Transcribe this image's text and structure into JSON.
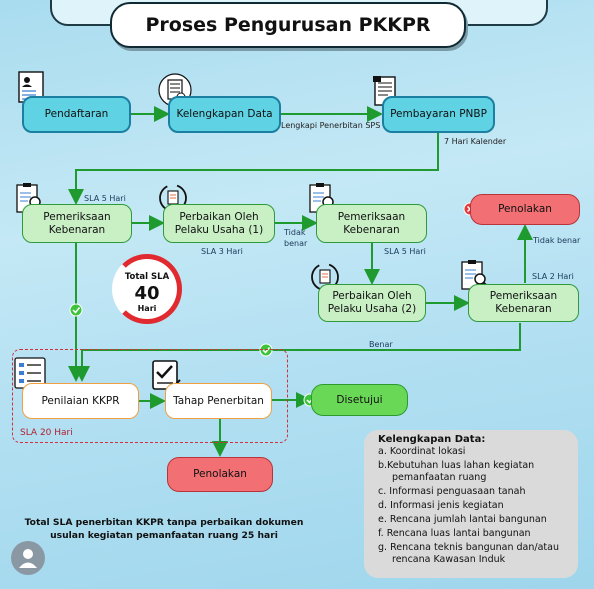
{
  "title": "Proses Pengurusan PKKPR",
  "boxes": {
    "pendaftaran": "Pendaftaran",
    "kelengkapan": "Kelengkapan Data",
    "pembayaran": "Pembayaran PNBP",
    "pemeriksaan1": "Pemeriksaan Kebenaran",
    "perbaikan1": "Perbaikan Oleh Pelaku Usaha (1)",
    "pemeriksaan2": "Pemeriksaan Kebenaran",
    "penolakan_top": "Penolakan",
    "perbaikan2": "Perbaikan Oleh Pelaku Usaha (2)",
    "pemeriksaan3": "Pemeriksaan Kebenaran",
    "penilaian": "Penilaian KKPR",
    "tahap": "Tahap Penerbitan",
    "disetujui": "Disetujui",
    "penolakan_bottom": "Penolakan"
  },
  "labels": {
    "lengkapi": "Lengkapi Penerbitan SPS",
    "hari7": "7 Hari Kalender",
    "sla5a": "SLA 5 Hari",
    "sla3": "SLA 3 Hari",
    "tidak1": "Tidak benar",
    "sla5b": "SLA 5 Hari",
    "tidak2": "Tidak benar",
    "sla2": "SLA 2 Hari",
    "benar": "Benar",
    "sla20": "SLA 20 Hari"
  },
  "total_sla": {
    "top": "Total SLA",
    "value": "40",
    "unit": "Hari"
  },
  "kelengkapan_data": {
    "heading": "Kelengkapan Data:",
    "items": [
      "a. Koordinat lokasi",
      "b.Kebutuhan luas lahan kegiatan pemanfaatan ruang",
      "c. Informasi penguasaan tanah",
      "d. Informasi jenis kegiatan",
      "e. Rencana jumlah lantai bangunan",
      "f. Rencana luas lantai bangunan",
      "g. Rencana teknis bangunan dan/atau rencana Kawasan Induk"
    ]
  },
  "note": "Total SLA penerbitan KKPR tanpa perbaikan dokumen usulan kegiatan pemanfaatan ruang 25 hari",
  "icons": [
    "form-icon",
    "document-list-icon",
    "receipt-icon",
    "clipboard-search-icon",
    "refresh-document-icon",
    "checklist-icon",
    "check-badge-icon",
    "check-circle-icon",
    "avatar-icon"
  ],
  "colors": {
    "cyan": "#5fd3e4",
    "green": "#c9f0c5",
    "red": "#f26f73",
    "line": "#1f9a2f",
    "sla_red": "#e02a30"
  }
}
